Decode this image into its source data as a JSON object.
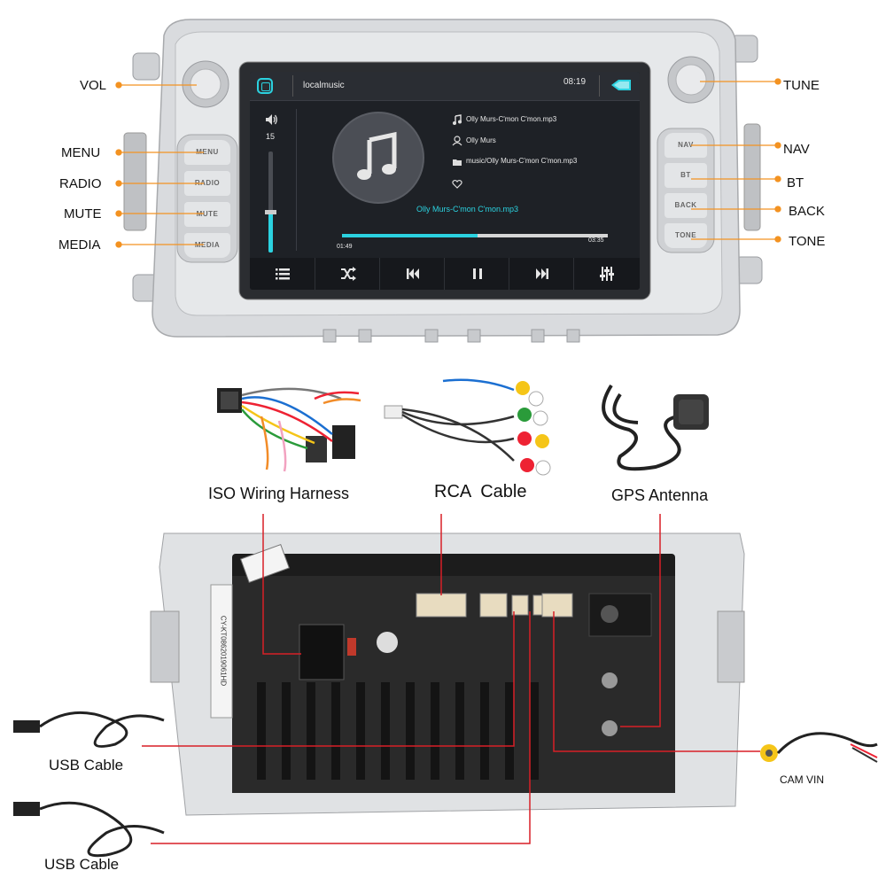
{
  "head_unit": {
    "left_labels": [
      "VOL",
      "MENU",
      "RADIO",
      "MUTE",
      "MEDIA"
    ],
    "right_labels": [
      "TUNE",
      "NAV",
      "BT",
      "BACK",
      "TONE"
    ],
    "left_buttons": [
      "MENU",
      "RADIO",
      "MUTE",
      "MEDIA"
    ],
    "right_buttons": [
      "NAV",
      "BT",
      "BACK",
      "TONE"
    ],
    "screen": {
      "app_title": "localmusic",
      "time": "08:19",
      "volume": "15",
      "volume_level": 0.4,
      "track_file": "Olly Murs-C'mon C'mon.mp3",
      "artist": "Olly Murs",
      "path": "music/Olly Murs-C'mon C'mon.mp3",
      "now_playing": "Olly Murs-C'mon C'mon.mp3",
      "elapsed": "01:49",
      "duration": "03:35",
      "progress": 0.51
    }
  },
  "accessories": {
    "iso": "ISO Wiring Harness",
    "rca": "RCA  Cable",
    "gps": "GPS Antenna"
  },
  "back_panel": {
    "sticker": "CY-KT0862019061HD",
    "usb_cable_1": "USB Cable",
    "usb_cable_2": "USB Cable",
    "cam_vin": "CAM VIN"
  },
  "colors": {
    "accent": "#2bd2e0",
    "callout_orange": "#f39221",
    "callout_red": "#d81f26"
  }
}
